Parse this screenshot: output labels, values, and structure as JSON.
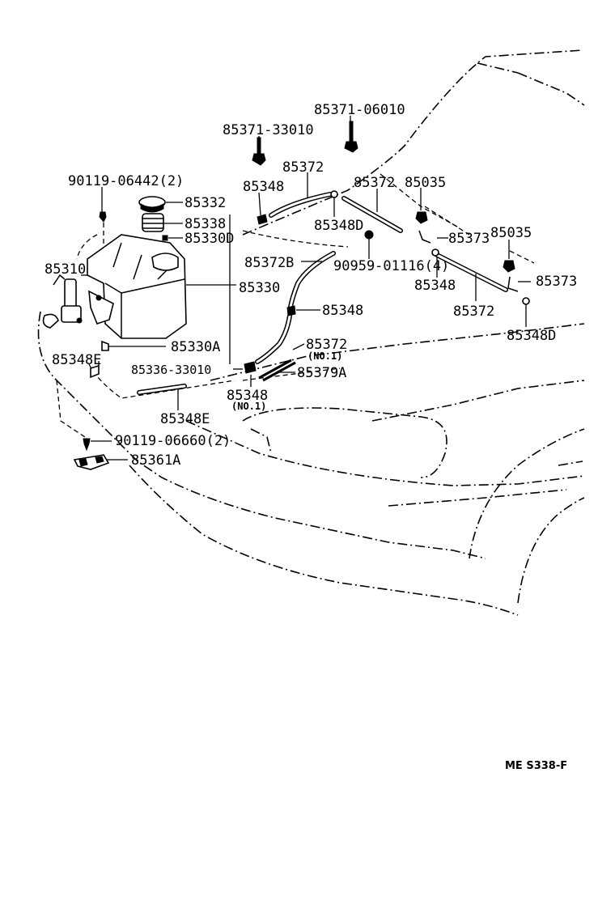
{
  "labels": {
    "p85371_06010": "85371-06010",
    "p85371_33010": "85371-33010",
    "p85372_top": "85372",
    "p85348_top": "85348",
    "p90119_06442": "90119-06442(2)",
    "p85332": "85332",
    "p85338": "85338",
    "p85330d": "85330D",
    "p85372_mid": "85372",
    "p85035_a": "85035",
    "p85348d_a": "85348D",
    "p85373_a": "85373",
    "p85035_b": "85035",
    "p85310": "85310",
    "p85372b": "85372B",
    "p90959_01116": "90959-01116(4)",
    "p85348_right": "85348",
    "p85373_b": "85373",
    "p85330": "85330",
    "p85348_mid": "85348",
    "p85372_right": "85372",
    "p85348d_b": "85348D",
    "p85330a": "85330A",
    "p85372_low": "85372",
    "p85372_low_no": "(NO.1)",
    "p85348e_a": "85348E",
    "p85336_33010": "85336-33010",
    "p85379a": "85379A",
    "p85348_low": "85348",
    "p85348_low_no": "(NO.1)",
    "p85348e_b": "85348E",
    "p90119_06660": "90119-06660(2)",
    "p85361a": "85361A"
  },
  "footer": {
    "code": "ME S338-F"
  },
  "icons": {
    "tank": "washer-tank-icon",
    "pump": "washer-pump-icon",
    "cap": "tank-cap-icon",
    "strainer": "strainer-icon",
    "nozzle": "washer-nozzle-icon",
    "hose": "washer-hose-icon",
    "bolt": "bolt-icon",
    "clamp": "hose-clamp-icon",
    "bracket": "bracket-icon"
  }
}
